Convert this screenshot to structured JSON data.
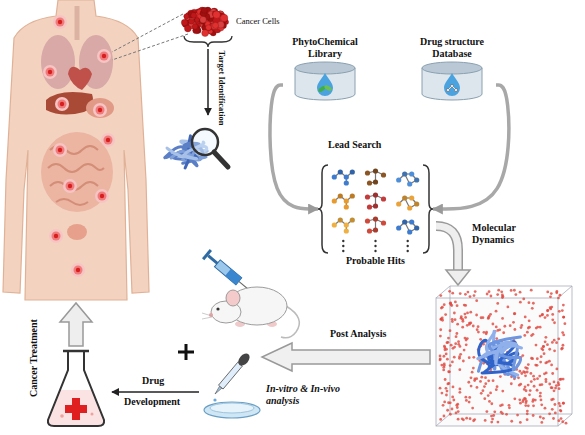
{
  "diagram": {
    "nodes": [
      {
        "text": [
          "PhytoChemical Library"
        ]
      },
      {
        "text": [
          "Drug structure Database"
        ]
      },
      {
        "text": [
          "Probable Hits"
        ]
      }
    ],
    "edges": [
      {
        "from": 0,
        "to": 2,
        "arrow": "to"
      },
      {
        "from": 1,
        "to": 2,
        "arrow": "to"
      }
    ],
    "labels": [
      "Cancer Cells",
      "Target Identification",
      "Lead Search",
      "Molecular Dynamics",
      "Post Analysis",
      "In-vitro & In-vivo analysis",
      "Drug",
      "Development",
      "Cancer Treatment"
    ]
  }
}
